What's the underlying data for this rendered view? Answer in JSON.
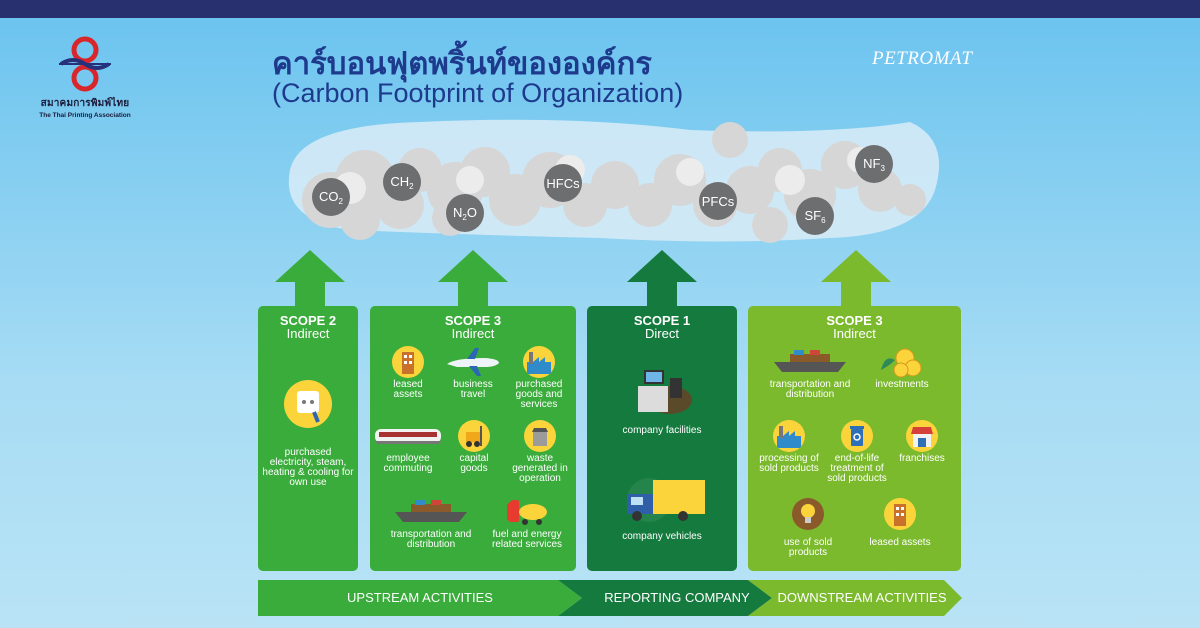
{
  "header": {
    "logo_name_th": "สมาคมการพิมพ์ไทย",
    "logo_name_en": "The Thai Printing Association",
    "title_th": "คาร์บอนฟุตพริ้นท์ขององค์กร",
    "title_en": "(Carbon Footprint of Organization)",
    "brand": "PETROMAT"
  },
  "gases": [
    {
      "base": "CO",
      "sub": "2"
    },
    {
      "base": "CH",
      "sub": "2"
    },
    {
      "base": "N",
      "sub": "2",
      "tail": "O"
    },
    {
      "base": "HFCs",
      "sub": ""
    },
    {
      "base": "PFCs",
      "sub": ""
    },
    {
      "base": "SF",
      "sub": "6"
    },
    {
      "base": "NF",
      "sub": "3"
    }
  ],
  "scopes": {
    "scope2": {
      "title": "SCOPE 2",
      "subtitle": "Indirect",
      "items": [
        {
          "label": "purchased electricity, steam, heating & cooling for own use",
          "icon": "power-socket-icon"
        }
      ]
    },
    "scope3_up": {
      "title": "SCOPE 3",
      "subtitle": "Indirect",
      "items": [
        {
          "label": "leased assets",
          "icon": "building-icon"
        },
        {
          "label": "business travel",
          "icon": "airplane-icon"
        },
        {
          "label": "purchased goods and services",
          "icon": "factory-icon"
        },
        {
          "label": "employee commuting",
          "icon": "train-icon"
        },
        {
          "label": "capital goods",
          "icon": "forklift-icon"
        },
        {
          "label": "waste generated in operation",
          "icon": "waste-icon"
        },
        {
          "label": "transportation and distribution",
          "icon": "ship-icon"
        },
        {
          "label": "fuel and energy related services",
          "icon": "fuel-truck-icon"
        }
      ]
    },
    "scope1": {
      "title": "SCOPE 1",
      "subtitle": "Direct",
      "items": [
        {
          "label": "company facilities",
          "icon": "office-desk-icon"
        },
        {
          "label": "company vehicles",
          "icon": "truck-icon"
        }
      ]
    },
    "scope3_down": {
      "title": "SCOPE 3",
      "subtitle": "Indirect",
      "items": [
        {
          "label": "transportation and distribution",
          "icon": "ship-icon"
        },
        {
          "label": "investments",
          "icon": "coins-icon"
        },
        {
          "label": "processing of sold products",
          "icon": "factory-icon"
        },
        {
          "label": "end-of-life treatment of sold products",
          "icon": "recycle-bin-icon"
        },
        {
          "label": "franchises",
          "icon": "store-icon"
        },
        {
          "label": "use of sold products",
          "icon": "lightbulb-icon"
        },
        {
          "label": "leased assets",
          "icon": "building-icon"
        }
      ]
    }
  },
  "activities": [
    "UPSTREAM ACTIVITIES",
    "REPORTING COMPANY",
    "DOWNSTREAM ACTIVITIES"
  ],
  "colors": {
    "header_bar": "#28306f",
    "title": "#1e3a8c",
    "scope_green": "#3aac3b",
    "scope_dark": "#157a3e",
    "scope_light": "#7cba2d",
    "icon_circle": "#fbd43b",
    "gas_circle": "#6d6e70"
  }
}
